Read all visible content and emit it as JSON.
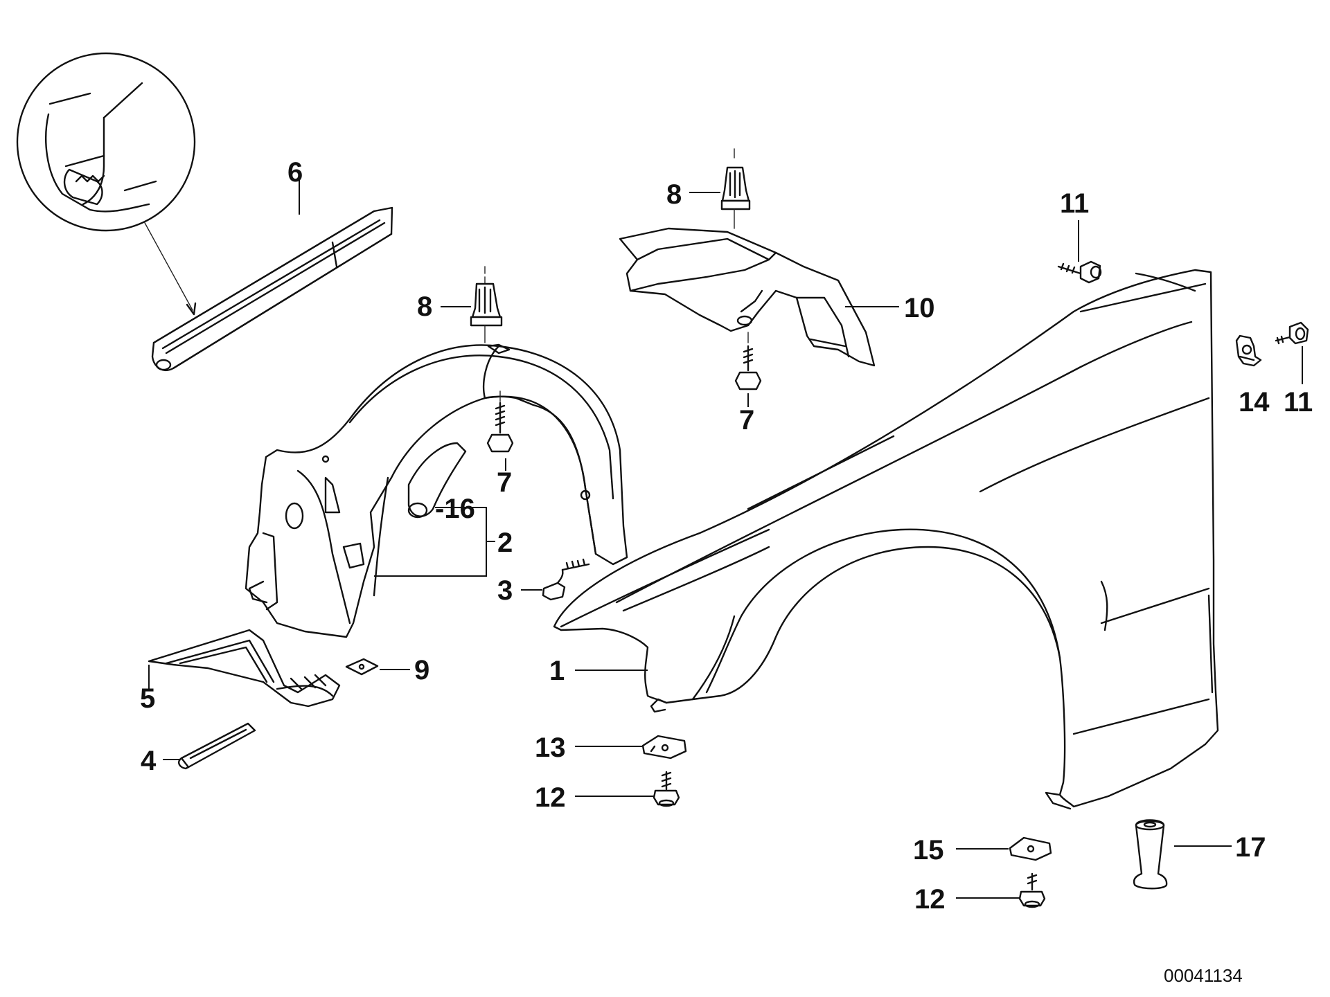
{
  "diagram": {
    "callouts": {
      "c1": "1",
      "c2": "2",
      "c3": "3",
      "c4": "4",
      "c5": "5",
      "c6": "6",
      "c7a": "7",
      "c7b": "7",
      "c8a": "8",
      "c8b": "8",
      "c9": "9",
      "c10": "10",
      "c11a": "11",
      "c11b": "11",
      "c12a": "12",
      "c12b": "12",
      "c13": "13",
      "c14": "14",
      "c15": "15",
      "c16": "-16",
      "c17": "17"
    },
    "diagram_number": "00041134"
  }
}
